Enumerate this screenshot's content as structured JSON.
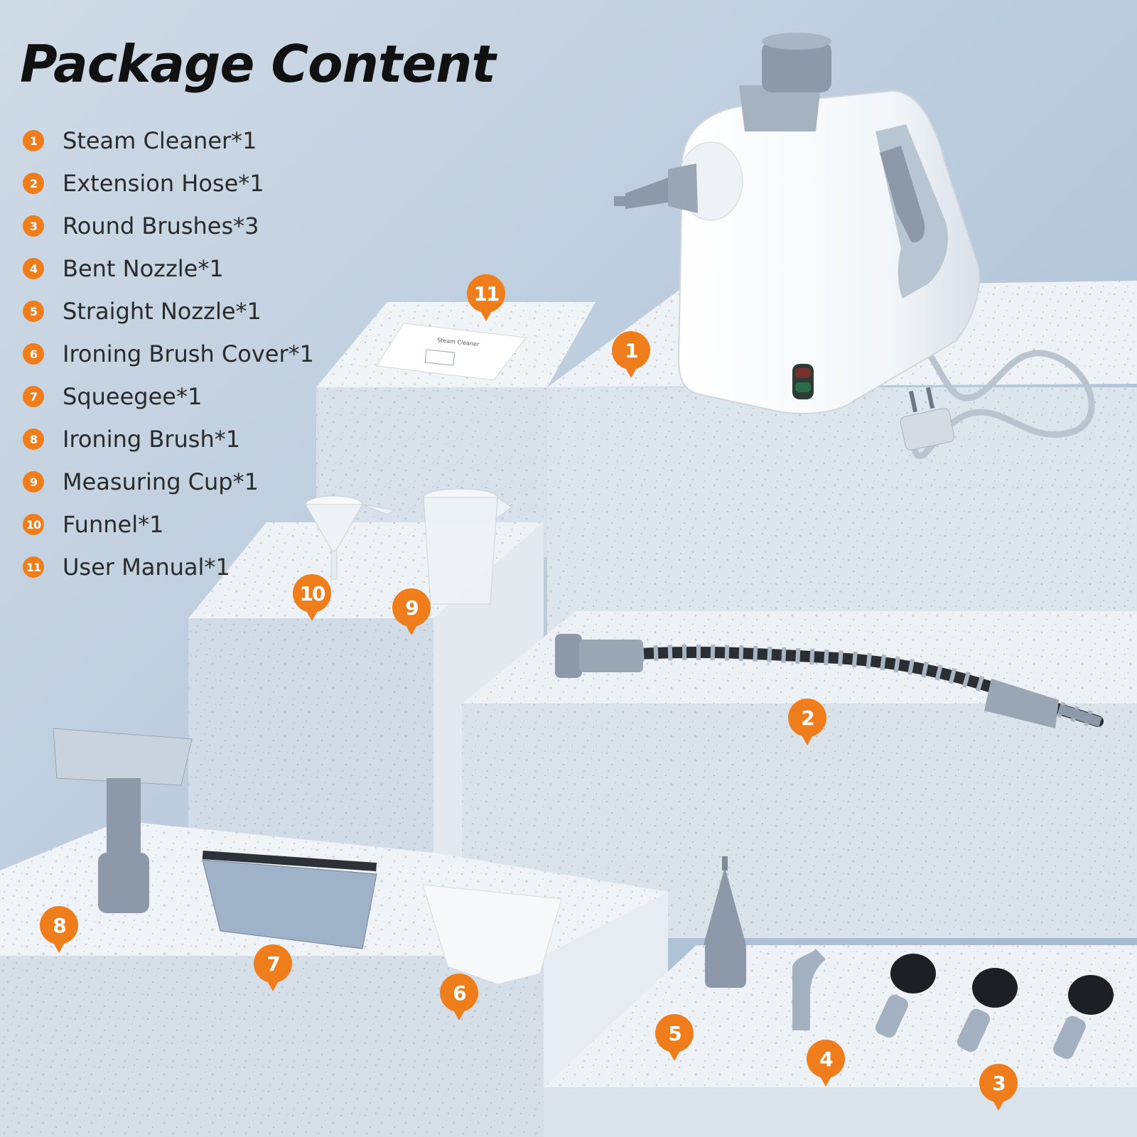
{
  "title": "Package Content",
  "items": [
    {
      "num": "1",
      "label": "Steam Cleaner*1"
    },
    {
      "num": "2",
      "label": "Extension Hose*1"
    },
    {
      "num": "3",
      "label": "Round Brushes*3"
    },
    {
      "num": "4",
      "label": "Bent Nozzle*1"
    },
    {
      "num": "5",
      "label": "Straight Nozzle*1"
    },
    {
      "num": "6",
      "label": "Ironing Brush Cover*1"
    },
    {
      "num": "7",
      "label": "Squeegee*1"
    },
    {
      "num": "8",
      "label": "Ironing Brush*1"
    },
    {
      "num": "9",
      "label": "Measuring Cup*1"
    },
    {
      "num": "10",
      "label": "Funnel*1"
    },
    {
      "num": "11",
      "label": "User Manual*1"
    }
  ],
  "manual_text": "Steam Cleaner",
  "callouts": [
    "1",
    "2",
    "3",
    "4",
    "5",
    "6",
    "7",
    "8",
    "9",
    "10",
    "11"
  ],
  "colors": {
    "accent": "#f07d1c",
    "stone": "#e9eef3",
    "background": "#b9cbdb",
    "plastic_gray": "#8d99a8"
  }
}
